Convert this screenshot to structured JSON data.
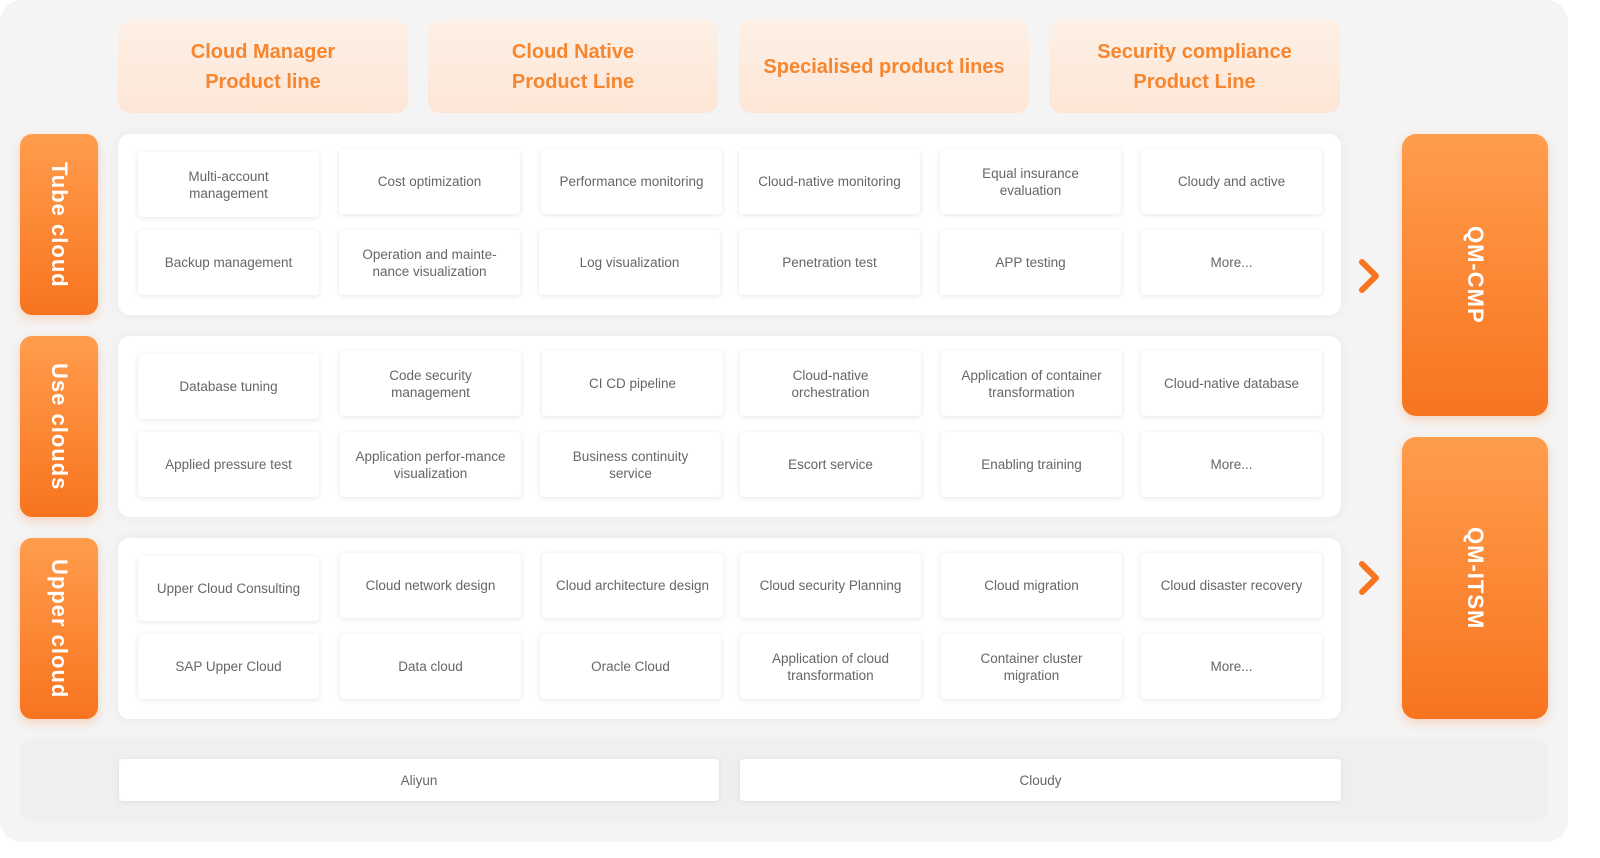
{
  "header": [
    "Cloud Manager\nProduct line",
    "Cloud Native\nProduct Line",
    "Specialised product lines",
    "Security compliance\nProduct Line"
  ],
  "rows": [
    {
      "label": "Tube cloud",
      "items": [
        "Multi-account management",
        "Cost optimization",
        "Performance monitoring",
        "Cloud-native monitoring",
        "Equal insurance evaluation",
        "Cloudy and active",
        "Backup management",
        "Operation and mainte-nance visualization",
        "Log visualization",
        "Penetration test",
        "APP testing",
        "More..."
      ]
    },
    {
      "label": "Use clouds",
      "items": [
        "Database tuning",
        "Code security management",
        "CI CD pipeline",
        "Cloud-native orchestration",
        "Application of container transformation",
        "Cloud-native database",
        "Applied pressure test",
        "Application perfor-mance visualization",
        "Business continuity service",
        "Escort service",
        "Enabling training",
        "More..."
      ]
    },
    {
      "label": "Upper cloud",
      "items": [
        "Upper Cloud Consulting",
        "Cloud network design",
        "Cloud architecture design",
        "Cloud security Planning",
        "Cloud migration",
        "Cloud disaster recovery",
        "SAP Upper Cloud",
        "Data cloud",
        "Oracle Cloud",
        "Application of cloud transformation",
        "Container cluster migration",
        "More..."
      ]
    }
  ],
  "side": [
    "QM-CMP",
    "QM-ITSM"
  ],
  "base": [
    "Aliyun",
    "Cloudy"
  ],
  "colors": {
    "accent": "#f8741f",
    "header_text": "#f6862f",
    "header_bg": "#fde6d6",
    "cell_text": "#666666"
  },
  "icons": [
    "chevron-right-icon",
    "chevron-right-icon"
  ]
}
